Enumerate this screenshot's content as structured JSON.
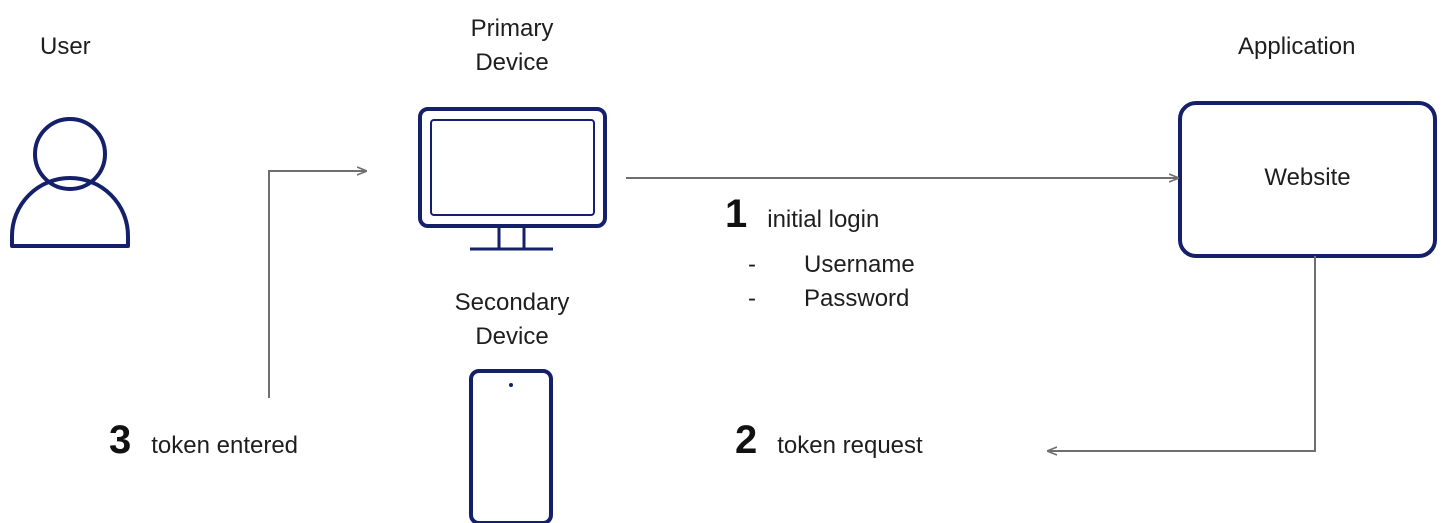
{
  "colors": {
    "icon_stroke": "#15206b",
    "arrow": "#6f6f6f",
    "text": "#1e1e1e"
  },
  "actors": {
    "user": {
      "label": "User",
      "icon": "person-icon"
    },
    "primary_device": {
      "label_line1": "Primary",
      "label_line2": "Device",
      "icon": "monitor-icon"
    },
    "secondary_device": {
      "label_line1": "Secondary",
      "label_line2": "Device",
      "icon": "phone-icon"
    },
    "application": {
      "label": "Application",
      "box_label": "Website"
    }
  },
  "steps": [
    {
      "number": "1",
      "label": "initial login",
      "details": [
        "Username",
        "Password"
      ]
    },
    {
      "number": "2",
      "label": "token request"
    },
    {
      "number": "3",
      "label": "token entered"
    }
  ],
  "bullet_marker": "-"
}
